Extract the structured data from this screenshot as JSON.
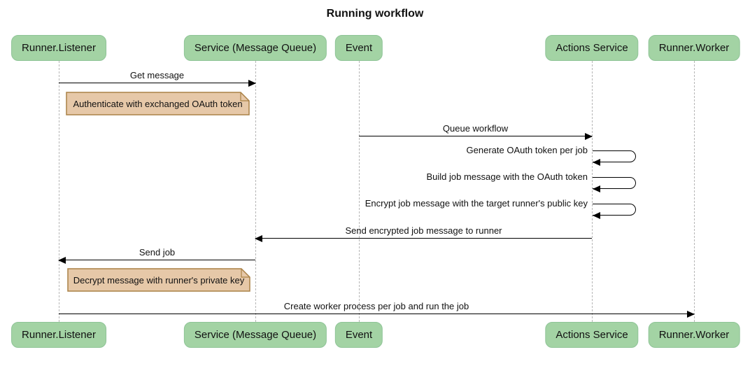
{
  "title": "Running workflow",
  "diagram_type": "sequence-diagram",
  "colors": {
    "participant_fill": "#a3d3a4",
    "participant_border": "#8fc497",
    "note_fill": "#e6c8a8",
    "note_border": "#aa8146",
    "lifeline": "#b6b6b6",
    "arrow": "#000000",
    "background": "#ffffff",
    "text": "#111111"
  },
  "participants": [
    {
      "label": "Runner.Listener"
    },
    {
      "label": "Service (Message Queue)"
    },
    {
      "label": "Event"
    },
    {
      "label": "Actions Service"
    },
    {
      "label": "Runner.Worker"
    }
  ],
  "messages": [
    {
      "kind": "arrow",
      "label": "Get message",
      "from": "Runner.Listener",
      "to": "Service (Message Queue)"
    },
    {
      "kind": "note",
      "label": "Authenticate with exchanged OAuth token",
      "over": [
        "Runner.Listener",
        "Service (Message Queue)"
      ]
    },
    {
      "kind": "arrow",
      "label": "Queue workflow",
      "from": "Event",
      "to": "Actions Service"
    },
    {
      "kind": "self",
      "label": "Generate OAuth token per job",
      "from": "Actions Service",
      "to": "Actions Service"
    },
    {
      "kind": "self",
      "label": "Build job message with the OAuth token",
      "from": "Actions Service",
      "to": "Actions Service"
    },
    {
      "kind": "self",
      "label": "Encrypt job message with the target runner's public key",
      "from": "Actions Service",
      "to": "Actions Service"
    },
    {
      "kind": "arrow",
      "label": "Send encrypted job message to runner",
      "from": "Actions Service",
      "to": "Service (Message Queue)"
    },
    {
      "kind": "arrow",
      "label": "Send job",
      "from": "Service (Message Queue)",
      "to": "Runner.Listener"
    },
    {
      "kind": "note",
      "label": "Decrypt message with runner's private key",
      "over": [
        "Runner.Listener",
        "Service (Message Queue)"
      ]
    },
    {
      "kind": "arrow",
      "label": "Create worker process per job and run the job",
      "from": "Runner.Listener",
      "to": "Runner.Worker"
    }
  ]
}
